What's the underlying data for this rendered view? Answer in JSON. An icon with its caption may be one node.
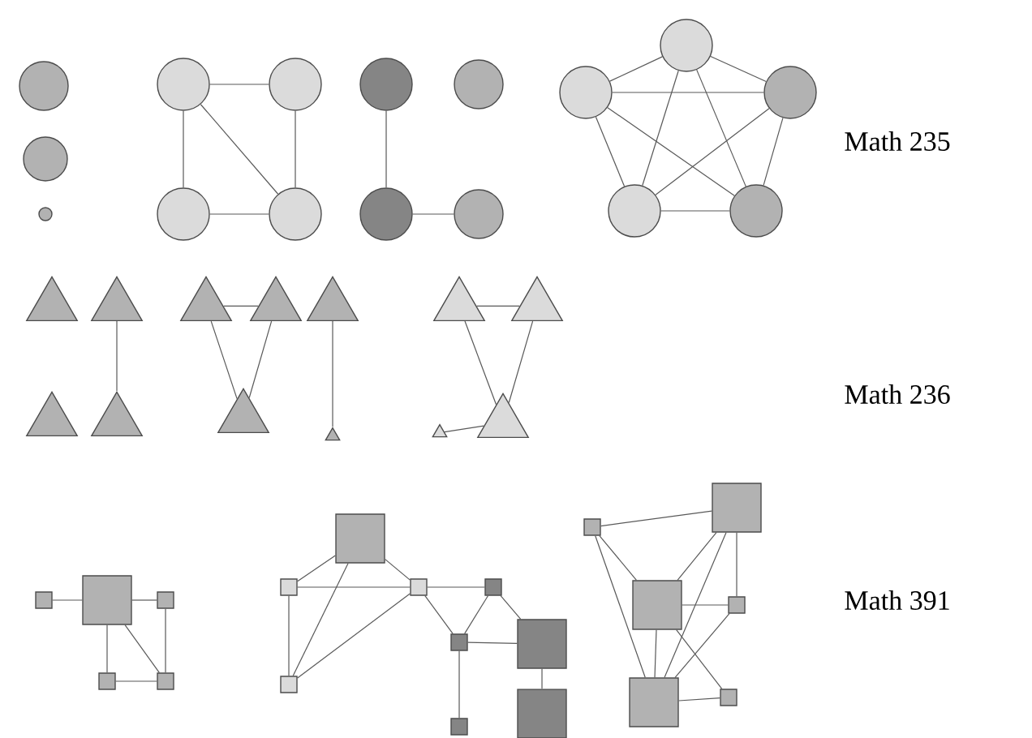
{
  "diagram": {
    "nodes": [
      {
        "text": [],
        "shape": "circle"
      },
      {
        "text": [],
        "shape": "circle"
      },
      {
        "text": [],
        "shape": "circle"
      },
      {
        "text": [],
        "shape": "circle"
      },
      {
        "text": [],
        "shape": "circle"
      },
      {
        "text": [],
        "shape": "circle"
      },
      {
        "text": [],
        "shape": "circle"
      },
      {
        "text": [],
        "shape": "circle"
      },
      {
        "text": [],
        "shape": "circle"
      },
      {
        "text": [],
        "shape": "circle"
      },
      {
        "text": [],
        "shape": "circle"
      },
      {
        "text": [],
        "shape": "circle"
      },
      {
        "text": [],
        "shape": "circle"
      },
      {
        "text": [],
        "shape": "circle"
      },
      {
        "text": [],
        "shape": "circle"
      },
      {
        "text": [],
        "shape": "circle"
      },
      {
        "text": [],
        "shape": "triangle"
      },
      {
        "text": [],
        "shape": "triangle"
      },
      {
        "text": [],
        "shape": "triangle"
      },
      {
        "text": [],
        "shape": "triangle"
      },
      {
        "text": [],
        "shape": "triangle"
      },
      {
        "text": [],
        "shape": "triangle"
      },
      {
        "text": [],
        "shape": "triangle"
      },
      {
        "text": [],
        "shape": "triangle"
      },
      {
        "text": [],
        "shape": "triangle"
      },
      {
        "text": [],
        "shape": "triangle"
      },
      {
        "text": [],
        "shape": "triangle"
      },
      {
        "text": [],
        "shape": "triangle"
      },
      {
        "text": [],
        "shape": "triangle"
      },
      {
        "text": [],
        "shape": "box"
      },
      {
        "text": [],
        "shape": "box"
      },
      {
        "text": [],
        "shape": "box"
      },
      {
        "text": [],
        "shape": "box"
      },
      {
        "text": [],
        "shape": "box"
      },
      {
        "text": [],
        "shape": "box"
      },
      {
        "text": [],
        "shape": "box"
      },
      {
        "text": [],
        "shape": "box"
      },
      {
        "text": [],
        "shape": "box"
      },
      {
        "text": [],
        "shape": "box"
      },
      {
        "text": [],
        "shape": "box"
      },
      {
        "text": [],
        "shape": "box"
      },
      {
        "text": [],
        "shape": "box"
      },
      {
        "text": [],
        "shape": "box"
      },
      {
        "text": [],
        "shape": "box"
      },
      {
        "text": [],
        "shape": "box"
      },
      {
        "text": [],
        "shape": "box"
      },
      {
        "text": [],
        "shape": "box"
      },
      {
        "text": [],
        "shape": "box"
      },
      {
        "text": [],
        "shape": "box"
      }
    ],
    "edges": [
      {
        "from": 3,
        "to": 4,
        "arrow": "none"
      },
      {
        "from": 3,
        "to": 5,
        "arrow": "none"
      },
      {
        "from": 3,
        "to": 6,
        "arrow": "none"
      },
      {
        "from": 4,
        "to": 6,
        "arrow": "none"
      },
      {
        "from": 5,
        "to": 6,
        "arrow": "none"
      },
      {
        "from": 7,
        "to": 9,
        "arrow": "none"
      },
      {
        "from": 9,
        "to": 10,
        "arrow": "none"
      },
      {
        "from": 11,
        "to": 12,
        "arrow": "none"
      },
      {
        "from": 11,
        "to": 13,
        "arrow": "none"
      },
      {
        "from": 11,
        "to": 14,
        "arrow": "none"
      },
      {
        "from": 11,
        "to": 15,
        "arrow": "none"
      },
      {
        "from": 12,
        "to": 13,
        "arrow": "none"
      },
      {
        "from": 12,
        "to": 14,
        "arrow": "none"
      },
      {
        "from": 12,
        "to": 15,
        "arrow": "none"
      },
      {
        "from": 13,
        "to": 14,
        "arrow": "none"
      },
      {
        "from": 13,
        "to": 15,
        "arrow": "none"
      },
      {
        "from": 14,
        "to": 15,
        "arrow": "none"
      },
      {
        "from": 17,
        "to": 19,
        "arrow": "none"
      },
      {
        "from": 20,
        "to": 21,
        "arrow": "none"
      },
      {
        "from": 20,
        "to": 23,
        "arrow": "none"
      },
      {
        "from": 21,
        "to": 23,
        "arrow": "none"
      },
      {
        "from": 22,
        "to": 24,
        "arrow": "none"
      },
      {
        "from": 25,
        "to": 26,
        "arrow": "none"
      },
      {
        "from": 25,
        "to": 28,
        "arrow": "none"
      },
      {
        "from": 26,
        "to": 28,
        "arrow": "none"
      },
      {
        "from": 27,
        "to": 28,
        "arrow": "none"
      },
      {
        "from": 30,
        "to": 29,
        "arrow": "none"
      },
      {
        "from": 29,
        "to": 31,
        "arrow": "none"
      },
      {
        "from": 29,
        "to": 32,
        "arrow": "none"
      },
      {
        "from": 29,
        "to": 33,
        "arrow": "none"
      },
      {
        "from": 31,
        "to": 33,
        "arrow": "none"
      },
      {
        "from": 32,
        "to": 33,
        "arrow": "none"
      },
      {
        "from": 34,
        "to": 35,
        "arrow": "none"
      },
      {
        "from": 34,
        "to": 36,
        "arrow": "none"
      },
      {
        "from": 34,
        "to": 39,
        "arrow": "none"
      },
      {
        "from": 35,
        "to": 36,
        "arrow": "none"
      },
      {
        "from": 35,
        "to": 39,
        "arrow": "none"
      },
      {
        "from": 36,
        "to": 39,
        "arrow": "none"
      },
      {
        "from": 36,
        "to": 37,
        "arrow": "none"
      },
      {
        "from": 36,
        "to": 38,
        "arrow": "none"
      },
      {
        "from": 37,
        "to": 38,
        "arrow": "none"
      },
      {
        "from": 37,
        "to": 41,
        "arrow": "none"
      },
      {
        "from": 38,
        "to": 41,
        "arrow": "none"
      },
      {
        "from": 38,
        "to": 40,
        "arrow": "none"
      },
      {
        "from": 41,
        "to": 42,
        "arrow": "none"
      },
      {
        "from": 43,
        "to": 44,
        "arrow": "none"
      },
      {
        "from": 43,
        "to": 45,
        "arrow": "none"
      },
      {
        "from": 43,
        "to": 47,
        "arrow": "none"
      },
      {
        "from": 44,
        "to": 45,
        "arrow": "none"
      },
      {
        "from": 44,
        "to": 46,
        "arrow": "none"
      },
      {
        "from": 44,
        "to": 47,
        "arrow": "none"
      },
      {
        "from": 45,
        "to": 46,
        "arrow": "none"
      },
      {
        "from": 45,
        "to": 47,
        "arrow": "none"
      },
      {
        "from": 45,
        "to": 48,
        "arrow": "none"
      },
      {
        "from": 46,
        "to": 47,
        "arrow": "none"
      },
      {
        "from": 47,
        "to": 48,
        "arrow": "none"
      }
    ],
    "labels": [
      "Math 235",
      "Math 236",
      "Math 391"
    ]
  }
}
